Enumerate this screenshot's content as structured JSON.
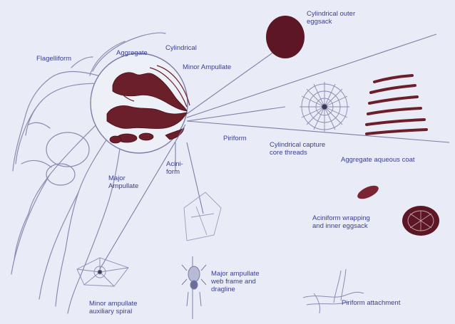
{
  "labels": {
    "flagelliform": "Flagelliform",
    "aggregate": "Aggregate",
    "cylindrical": "Cylindrical",
    "minor_ampullate": "Minor Ampullate",
    "cyl_outer_eggsack": "Cylindrical outer\neggsack",
    "piriform": "Piriform",
    "cyl_capture": "Cylindrical capture\ncore threads",
    "aggregate_aqueous": "Aggregate aqueous coat",
    "major_ampullate": "Major\nAmpullate",
    "aciniform": "Acini-\nform",
    "aciniform_wrapping": "Aciniform wrapping\nand inner eggsack",
    "minor_auxiliary": "Minor ampullate\nauxiliary spiral",
    "major_frame": "Major ampullate\nweb frame and\ndragline",
    "piriform_attachment": "Piriform attachment"
  },
  "colors": {
    "background": "#e9ebf6",
    "line_art": "#7c7fa6",
    "label_text": "#3b3f8e",
    "gland": "#6b1f2a",
    "eggsack": "#5d1624"
  }
}
